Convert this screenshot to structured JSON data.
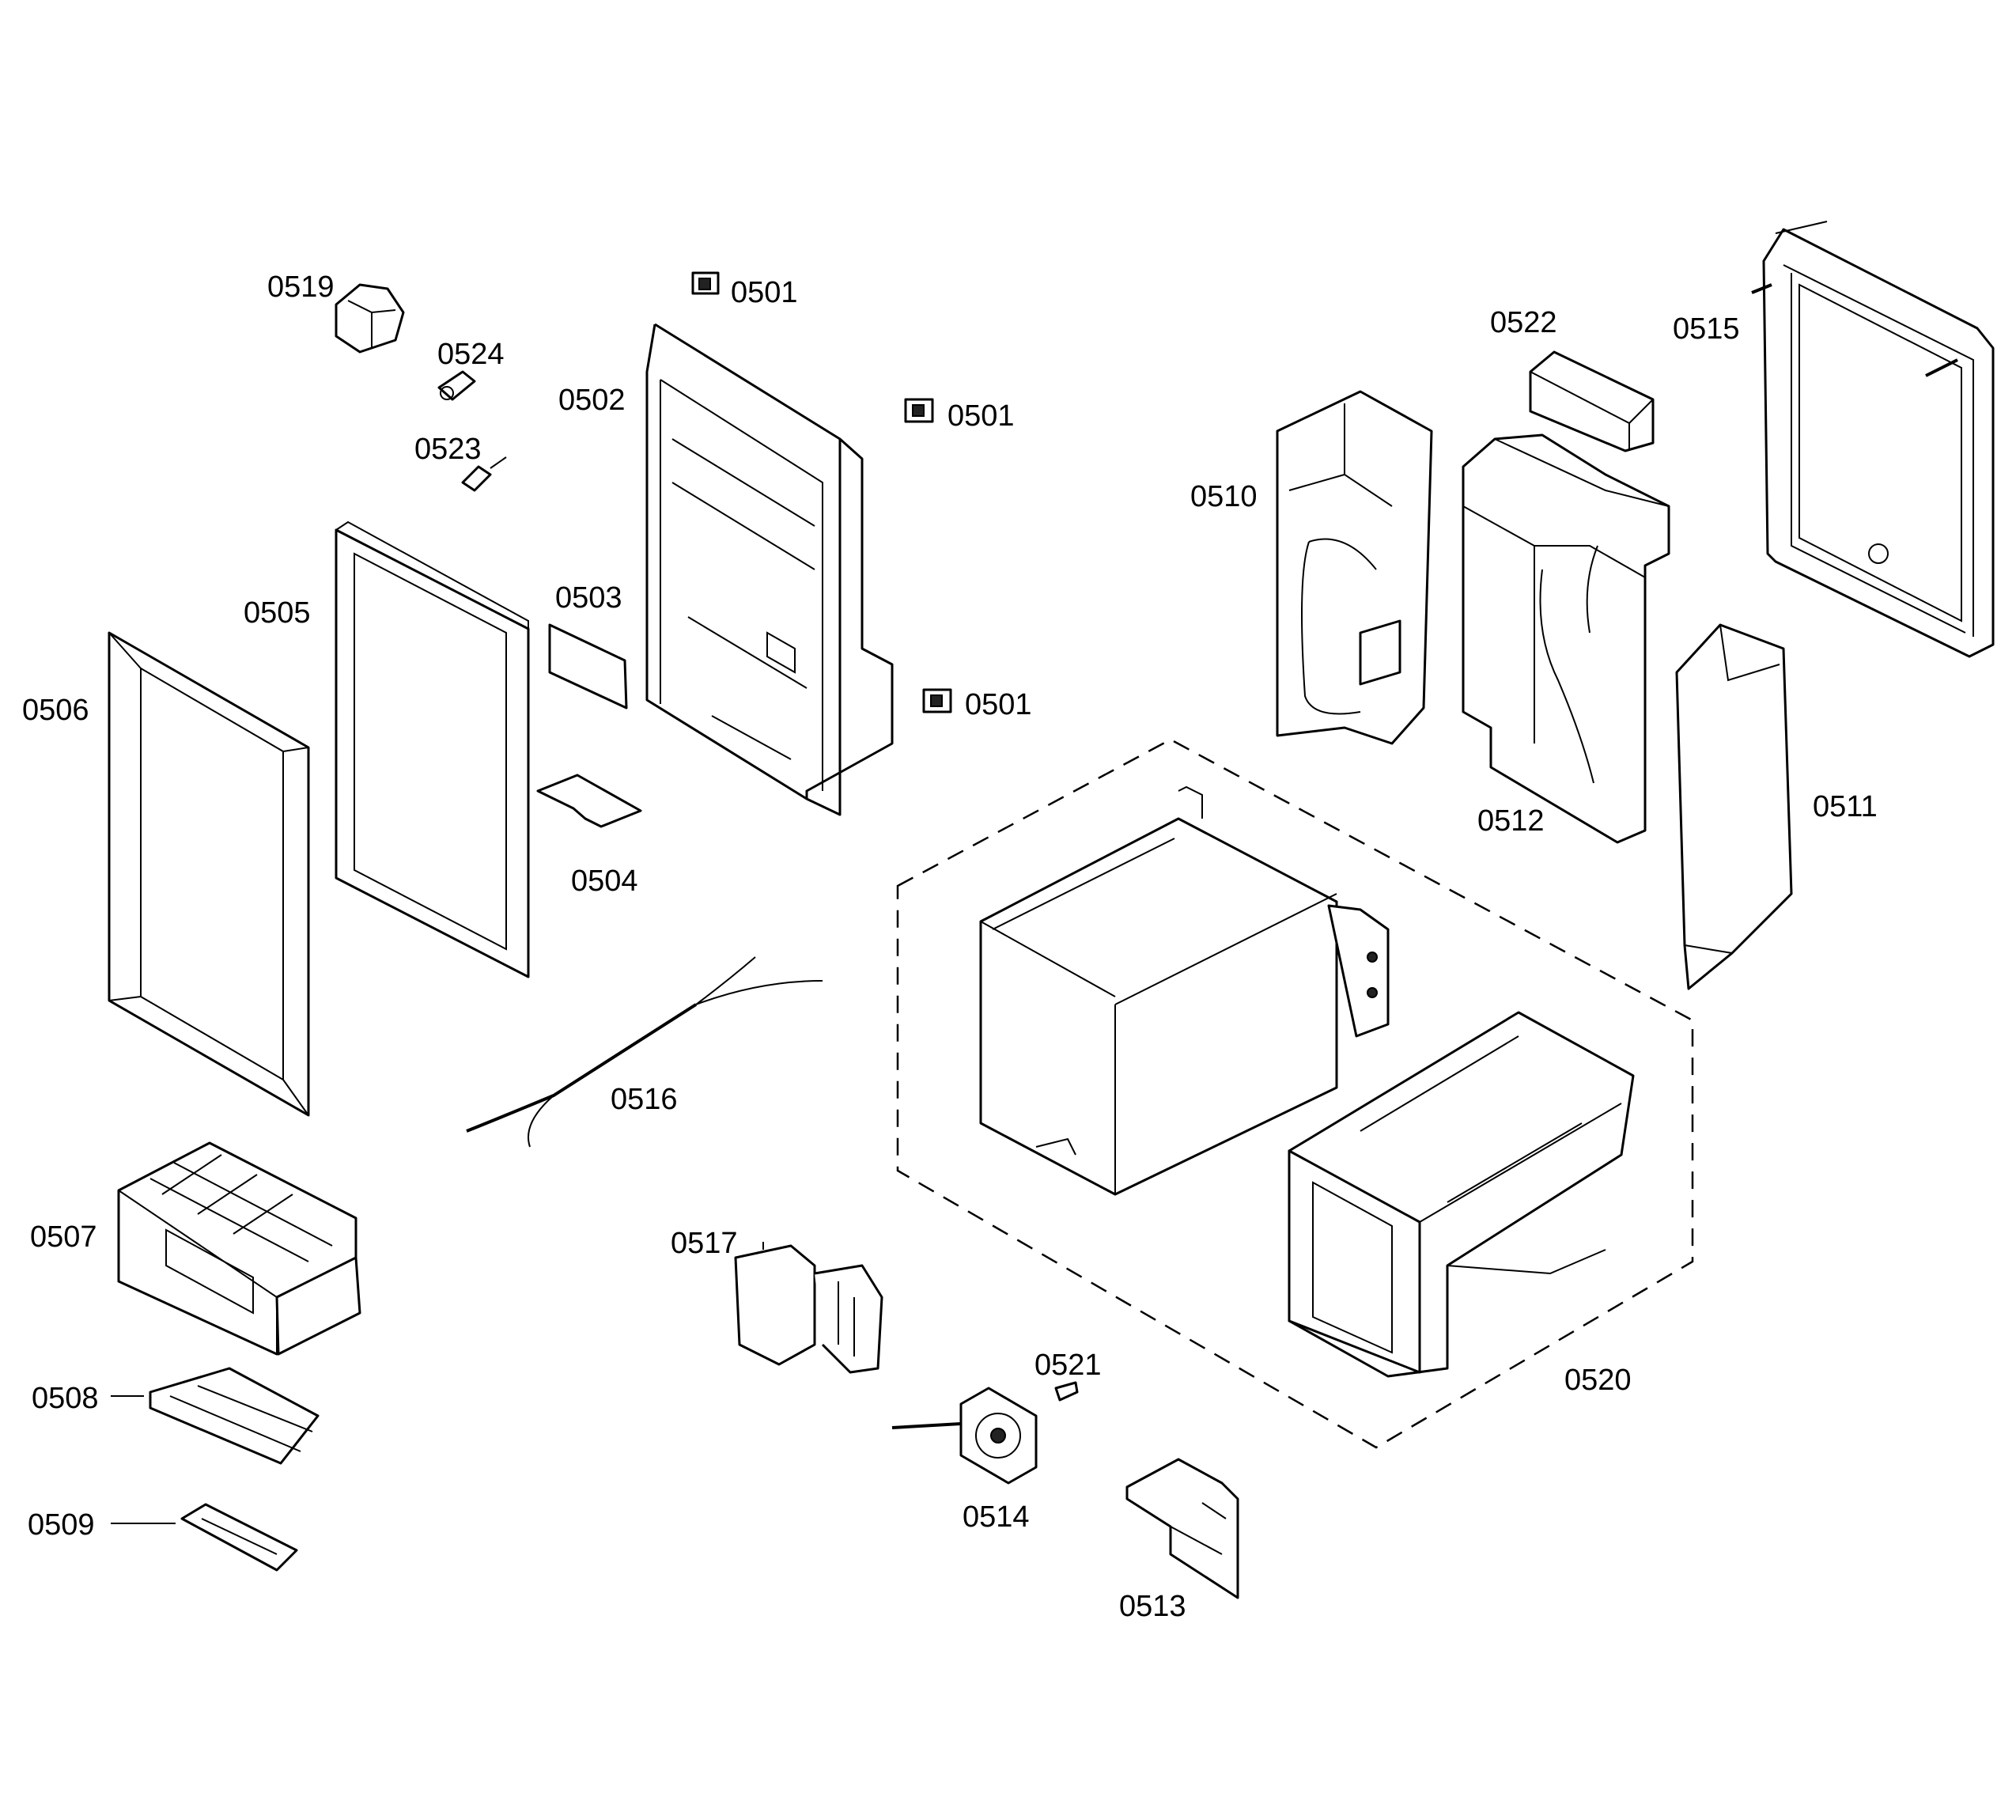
{
  "parts": {
    "p0501a": "0501",
    "p0501b": "0501",
    "p0501c": "0501",
    "p0502": "0502",
    "p0503": "0503",
    "p0504": "0504",
    "p0505": "0505",
    "p0506": "0506",
    "p0507": "0507",
    "p0508": "0508",
    "p0509": "0509",
    "p0510": "0510",
    "p0511": "0511",
    "p0512": "0512",
    "p0513": "0513",
    "p0514": "0514",
    "p0515": "0515",
    "p0516": "0516",
    "p0517": "0517",
    "p0519": "0519",
    "p0520": "0520",
    "p0521": "0521",
    "p0522": "0522",
    "p0523": "0523",
    "p0524": "0524"
  }
}
